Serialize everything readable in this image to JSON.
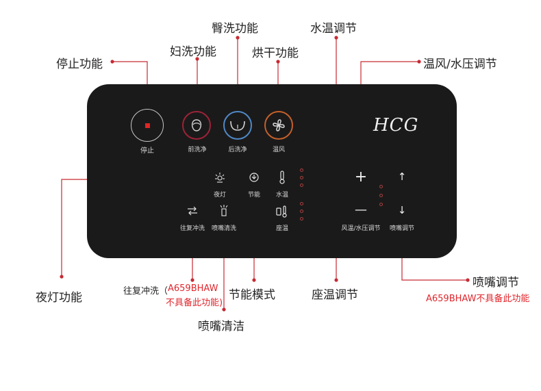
{
  "brand": {
    "logo": "HCG"
  },
  "panel": {
    "buttons": {
      "stop": "停止",
      "front_wash": "前洗净",
      "rear_wash": "后洗净",
      "warm_air": "温风",
      "night_light": "夜灯",
      "energy_saving": "节能",
      "water_temp": "水温",
      "oscillating": "往复冲洗",
      "nozzle_clean": "喷嘴清洗",
      "seat_temp": "座温",
      "wind_pressure": "风温/水压调节",
      "nozzle_adjust": "喷嘴调节"
    },
    "symbols": {
      "plus": "+",
      "minus": "—",
      "up": "↑",
      "down": "↓"
    }
  },
  "callouts": {
    "stop": "停止功能",
    "female_wash": "妇洗功能",
    "hip_wash": "臀洗功能",
    "dry": "烘干功能",
    "water_temp": "水温调节",
    "wind_water": "温风/水压调节",
    "night_light": "夜灯功能",
    "oscillating": "往复冲洗（",
    "oscillating_note_1": "A659BHAW",
    "oscillating_note_2": "不具备此功能)",
    "energy_mode": "节能模式",
    "nozzle_clean": "喷嘴清洁",
    "seat_temp": "座温调节",
    "nozzle_adjust": "喷嘴调节",
    "nozzle_adjust_note": "A659BHAW不具备此功能"
  },
  "colors": {
    "panel": "#1b1a1a",
    "accent_red": "#e0262c",
    "line_red": "#c62a33"
  }
}
